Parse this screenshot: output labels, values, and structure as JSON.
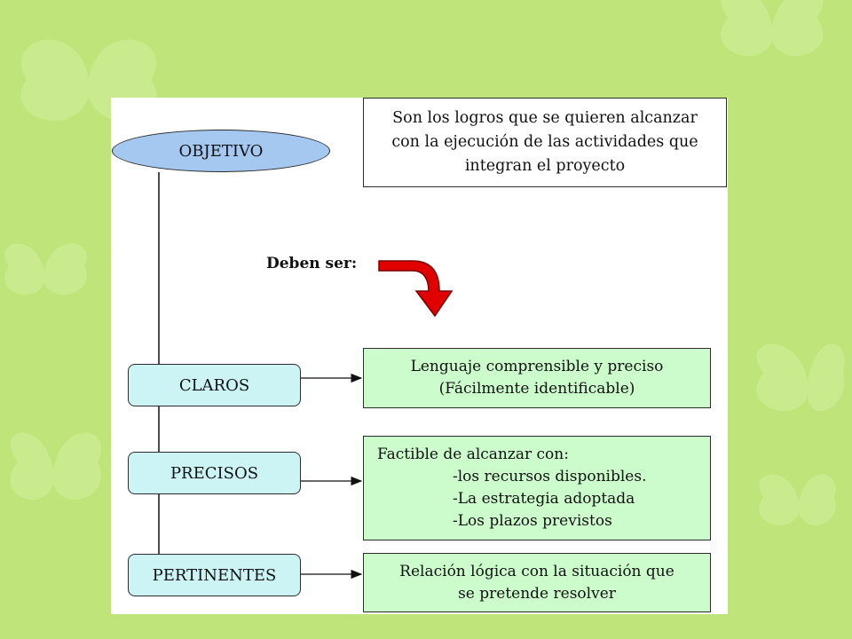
{
  "colors": {
    "background": "#bfe57a",
    "ellipse_fill": "#a5c8f0",
    "category_fill": "#ccf4f4",
    "description_fill": "#ccfccc",
    "arrow": "#e00000"
  },
  "objective": {
    "label": "OBJETIVO"
  },
  "definition": {
    "lines": [
      "Son los logros que se quieren alcanzar",
      "con la ejecución de las actividades que",
      "integran el proyecto"
    ]
  },
  "deben_ser": "Deben ser:",
  "categories": [
    {
      "label": "CLAROS",
      "description": [
        "Lenguaje comprensible y preciso",
        "(Fácilmente identificable)"
      ]
    },
    {
      "label": "PRECISOS",
      "description_title": "Factible de alcanzar con:",
      "description_items": [
        "-los recursos disponibles.",
        "-La estrategia adoptada",
        "-Los plazos previstos"
      ]
    },
    {
      "label": "PERTINENTES",
      "description": [
        "Relación lógica con la situación que",
        "se pretende resolver"
      ]
    }
  ]
}
